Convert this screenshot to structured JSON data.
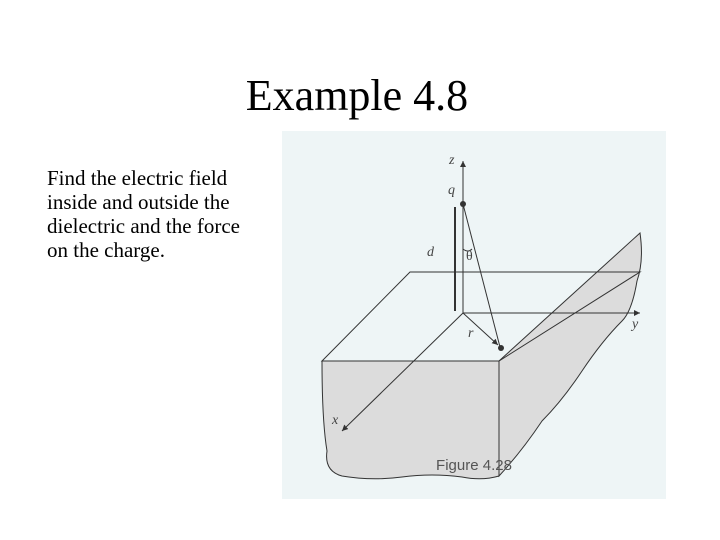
{
  "slide": {
    "title": "Example 4.8",
    "body_lines": [
      "Find the electric field",
      "inside and outside the",
      "dielectric and the force",
      "on the charge."
    ]
  },
  "figure": {
    "caption": "Figure 4.28",
    "labels": {
      "z_axis": "z",
      "y_axis": "y",
      "x_axis": "x",
      "charge": "q",
      "distance": "d",
      "angle": "θ",
      "radius": "r"
    },
    "colors": {
      "background": "#eef5f6",
      "slab_shading": "#dcdcdc",
      "lines": "#333333"
    }
  }
}
